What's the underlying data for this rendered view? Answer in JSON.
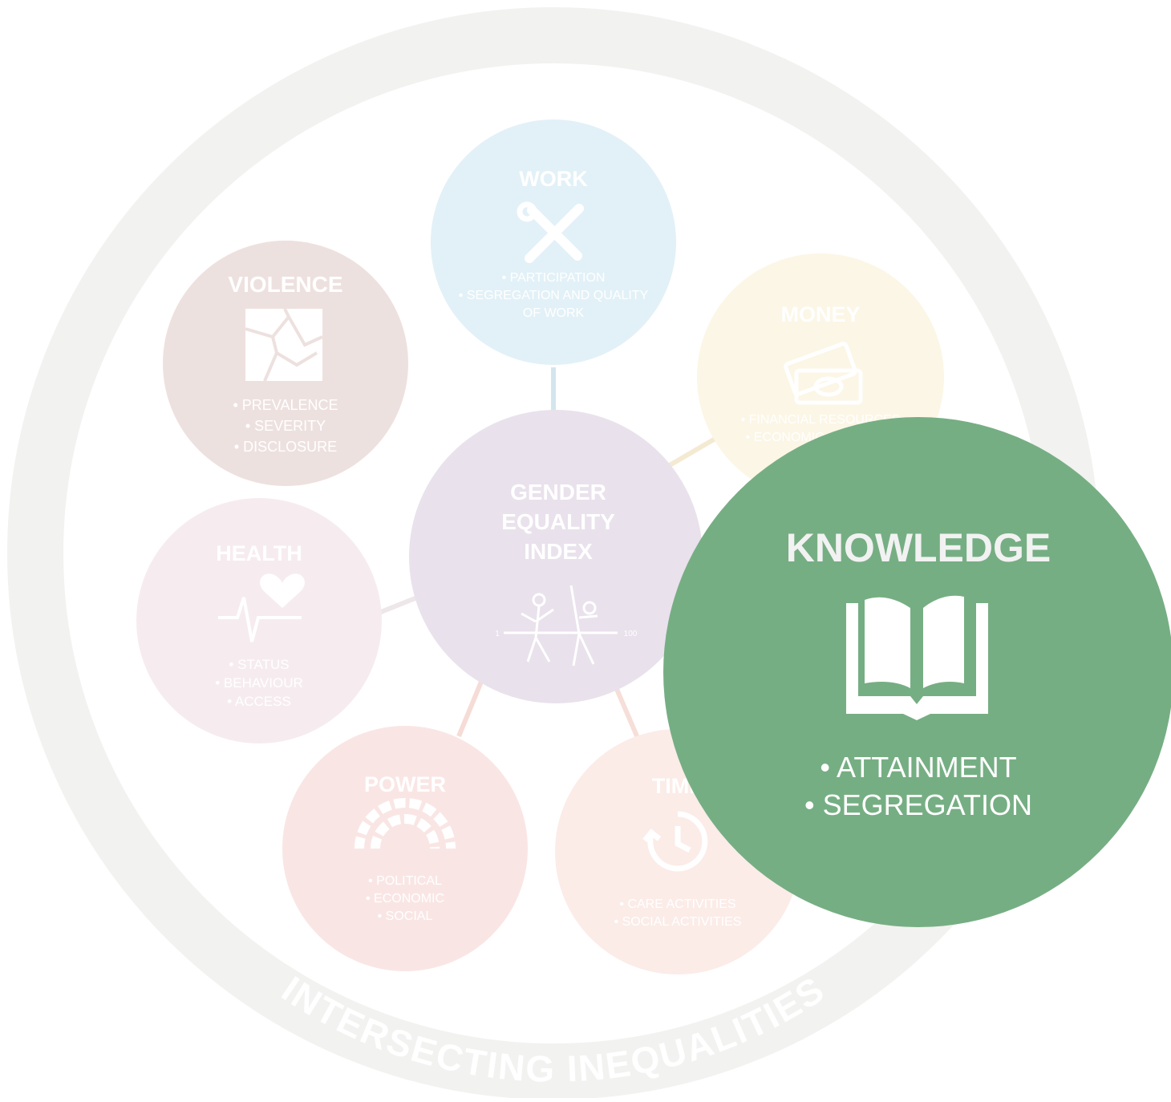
{
  "center": {
    "title_lines": [
      "GENDER",
      "EQUALITY",
      "INDEX"
    ],
    "scale_min": "1",
    "scale_max": "100",
    "color": "#e9e1ec"
  },
  "domains": {
    "work": {
      "title": "WORK",
      "items": [
        "• PARTICIPATION",
        "• SEGREGATION AND QUALITY",
        "OF WORK"
      ],
      "icon": "wrench-pencil-icon",
      "color": "#e2f1f7"
    },
    "money": {
      "title": "MONEY",
      "items": [
        "• FINANCIAL RESOURCES",
        "• ECONOMIC SITUATION"
      ],
      "icon": "banknotes-icon",
      "color": "#fcf6e6"
    },
    "violence": {
      "title": "VIOLENCE",
      "items": [
        "• PREVALENCE",
        "• SEVERITY",
        "• DISCLOSURE"
      ],
      "icon": "cracked-square-icon",
      "color": "#ede1df"
    },
    "health": {
      "title": "HEALTH",
      "items": [
        "• STATUS",
        "• BEHAVIOUR",
        "• ACCESS"
      ],
      "icon": "heart-pulse-icon",
      "color": "#f6ecef"
    },
    "power": {
      "title": "POWER",
      "items": [
        "• POLITICAL",
        "• ECONOMIC",
        "• SOCIAL"
      ],
      "icon": "parliament-icon",
      "color": "#f9e6e4"
    },
    "time": {
      "title": "TIME",
      "items": [
        "• CARE ACTIVITIES",
        "• SOCIAL ACTIVITIES"
      ],
      "icon": "clock-icon",
      "color": "#fbece8"
    },
    "knowledge": {
      "title": "KNOWLEDGE",
      "items": [
        "• ATTAINMENT",
        "• SEGREGATION"
      ],
      "icon": "book-icon",
      "color": "#76ae83"
    }
  },
  "ring": {
    "label": "INTERSECTING INEQUALITIES",
    "color": "#f2f2f0"
  }
}
